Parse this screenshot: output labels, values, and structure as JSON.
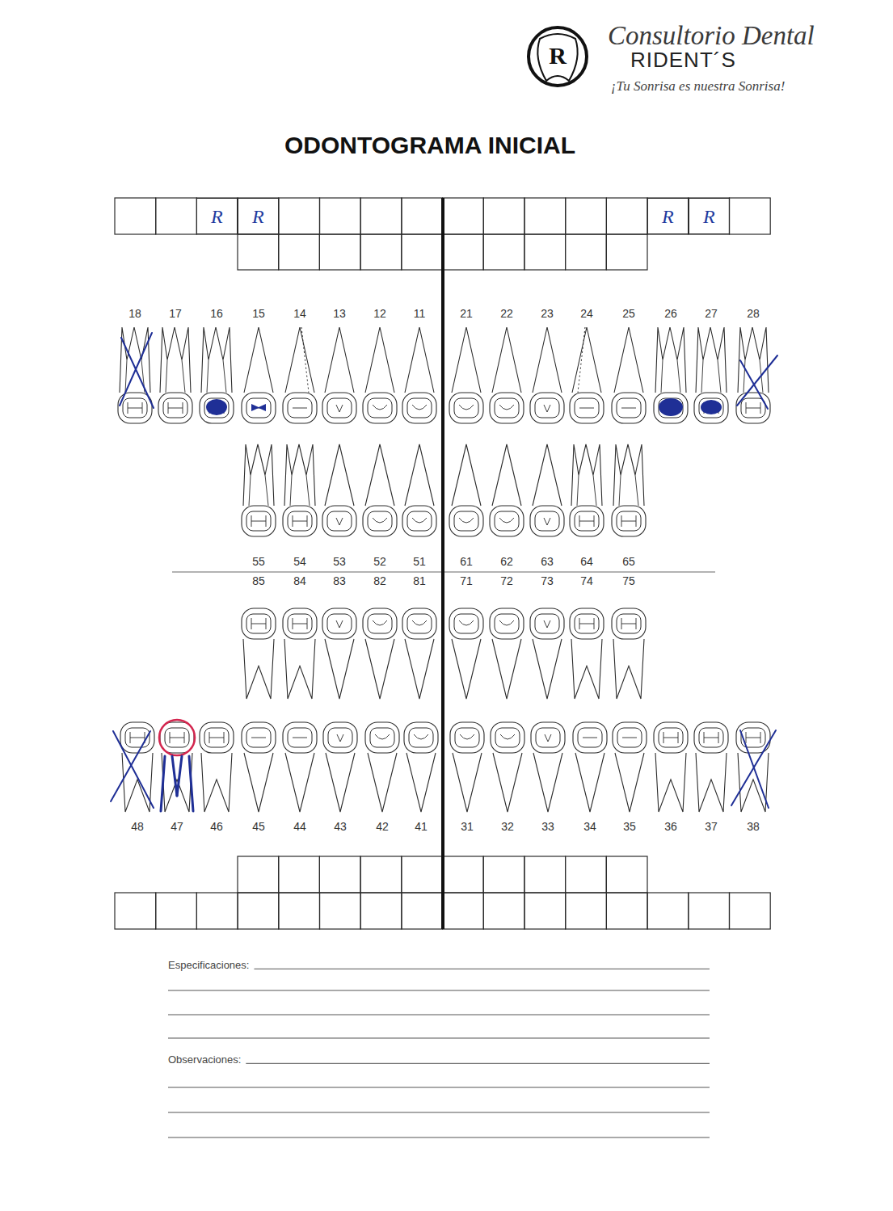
{
  "diagram": {
    "title": "ODONTOGRAMA INICIAL",
    "nodes": [
      {
        "text": [
          "R"
        ]
      },
      {
        "text": [
          "R"
        ]
      },
      {
        "text": [
          "R"
        ]
      },
      {
        "text": [
          "R"
        ]
      }
    ],
    "labels": [
      "R",
      "Consultorio Dental",
      "RIDENT´S",
      "¡Tu Sonrisa es nuestra Sonrisa!",
      "18",
      "17",
      "16",
      "15",
      "14",
      "13",
      "12",
      "11",
      "21",
      "22",
      "23",
      "24",
      "25",
      "26",
      "27",
      "28",
      "55",
      "54",
      "53",
      "52",
      "51",
      "61",
      "62",
      "63",
      "64",
      "65",
      "85",
      "84",
      "83",
      "82",
      "81",
      "71",
      "72",
      "73",
      "74",
      "75",
      "48",
      "47",
      "46",
      "45",
      "44",
      "43",
      "42",
      "41",
      "31",
      "32",
      "33",
      "34",
      "35",
      "36",
      "37",
      "38",
      "Especificaciones:",
      "Observaciones:"
    ]
  }
}
